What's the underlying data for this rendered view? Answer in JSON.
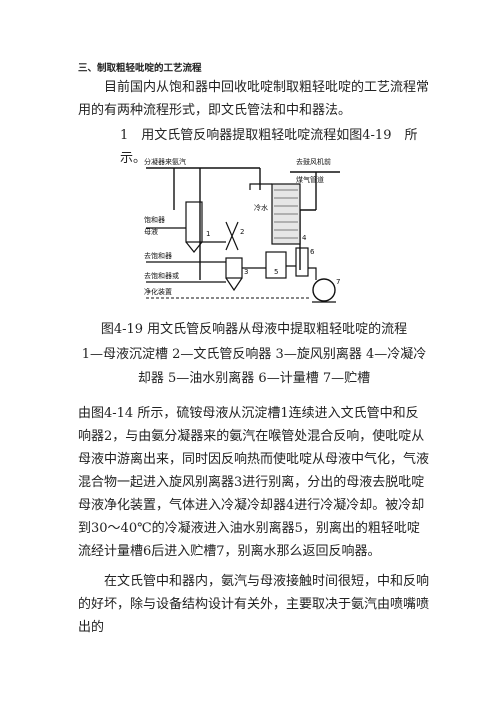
{
  "section_title": "三、制取粗轻吡啶的工艺流程",
  "paragraph_intro": "目前国内从饱和器中回收吡啶制取粗轻吡啶的工艺流程常用的有两种流程形式，即文氏管法和中和器法。",
  "paragraph_item1": "1　用文氏管反响器提取粗轻吡啶流程如图4-19　所示。",
  "figure": {
    "labels": {
      "top_left": "分凝器来氨汽",
      "top_right_1": "去鼓风机前",
      "top_right_2": "煤气管道",
      "left_1": "饱和器",
      "left_2": "母液",
      "cooling_water": "冷水",
      "left_bottom": "去饱和器",
      "bottom_1": "去饱和器或",
      "bottom_2": "净化装置",
      "n1": "1",
      "n2": "2",
      "n3": "3",
      "n4": "4",
      "n5": "5",
      "n6": "6",
      "n7": "7"
    }
  },
  "caption_title": "图4-19 用文氏管反响器从母液中提取粗轻吡啶的流程",
  "caption_legend": "1—母液沉淀槽 2—文氏管反响器 3—旋风别离器 4—冷凝冷却器 5—油水别离器 6—计量槽 7—贮槽",
  "paragraph_process": "由图4-14 所示，硫铵母液从沉淀槽1连续进入文氏管中和反响器2，与由氨分凝器来的氨汽在喉管处混合反响，使吡啶从母液中游离出来，同时因反响热而使吡啶从母液中气化，气液混合物一起进入旋风别离器3进行别离，分出的母液去脱吡啶母液净化装置，气体进入冷凝冷却器4进行冷凝冷却。被冷却到30～40℃的冷凝液进入油水别离器5，别离出的粗轻吡啶流经计量槽6后进入贮槽7，别离水那么返回反响器。",
  "paragraph_tail": "在文氏管中和器内，氨汽与母液接触时间很短，中和反响的好坏，除与设备结构设计有关外，主要取决于氨汽由喷嘴喷出的"
}
